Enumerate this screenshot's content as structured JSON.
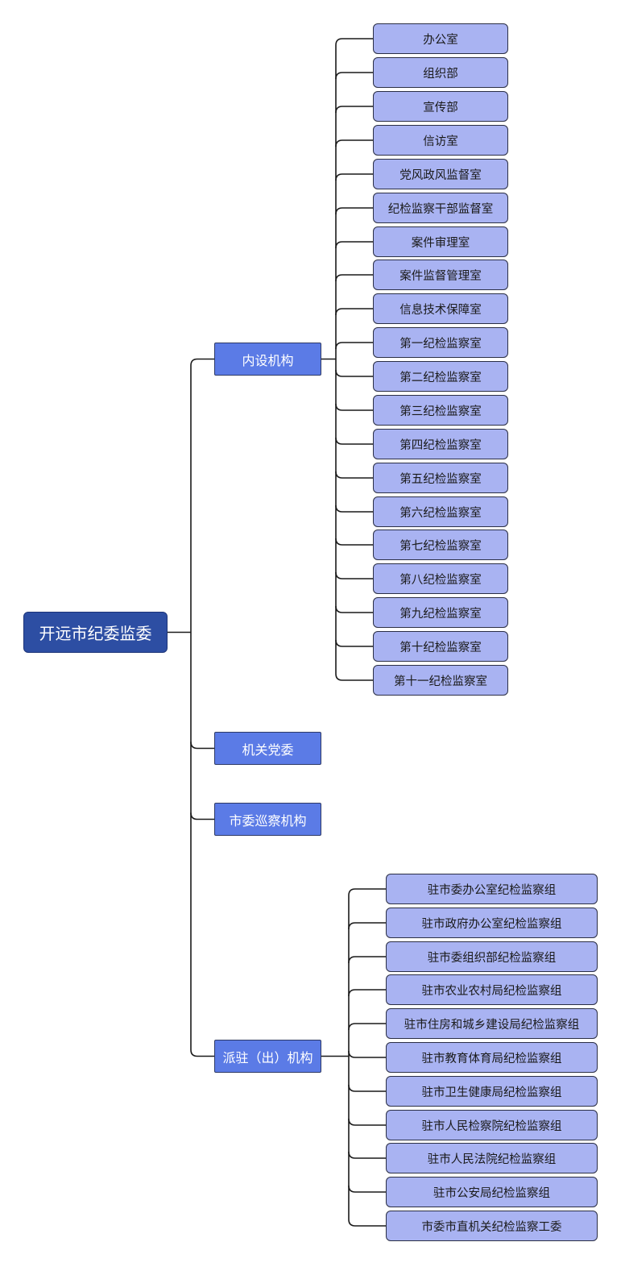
{
  "root": {
    "label": "开远市纪委监委"
  },
  "branches": [
    {
      "label": "内设机构",
      "children": [
        "办公室",
        "组织部",
        "宣传部",
        "信访室",
        "党风政风监督室",
        "纪检监察干部监督室",
        "案件审理室",
        "案件监督管理室",
        "信息技术保障室",
        "第一纪检监察室",
        "第二纪检监察室",
        "第三纪检监察室",
        "第四纪检监察室",
        "第五纪检监察室",
        "第六纪检监察室",
        "第七纪检监察室",
        "第八纪检监察室",
        "第九纪检监察室",
        "第十纪检监察室",
        "第十一纪检监察室"
      ]
    },
    {
      "label": "机关党委",
      "children": []
    },
    {
      "label": "市委巡察机构",
      "children": []
    },
    {
      "label": "派驻（出）机构",
      "children": [
        "驻市委办公室纪检监察组",
        "驻市政府办公室纪检监察组",
        "驻市委组织部纪检监察组",
        "驻市农业农村局纪检监察组",
        "驻市住房和城乡建设局纪检监察组",
        "驻市教育体育局纪检监察组",
        "驻市卫生健康局纪检监察组",
        "驻市人民检察院纪检监察组",
        "驻市人民法院纪检监察组",
        "驻市公安局纪检监察组",
        "市委市直机关纪检监察工委"
      ]
    }
  ],
  "colors": {
    "root_fill": "#2d4ea3",
    "branch_fill": "#5b7be6",
    "leaf_fill": "#a9b3f2",
    "line": "#1a1a1a"
  }
}
